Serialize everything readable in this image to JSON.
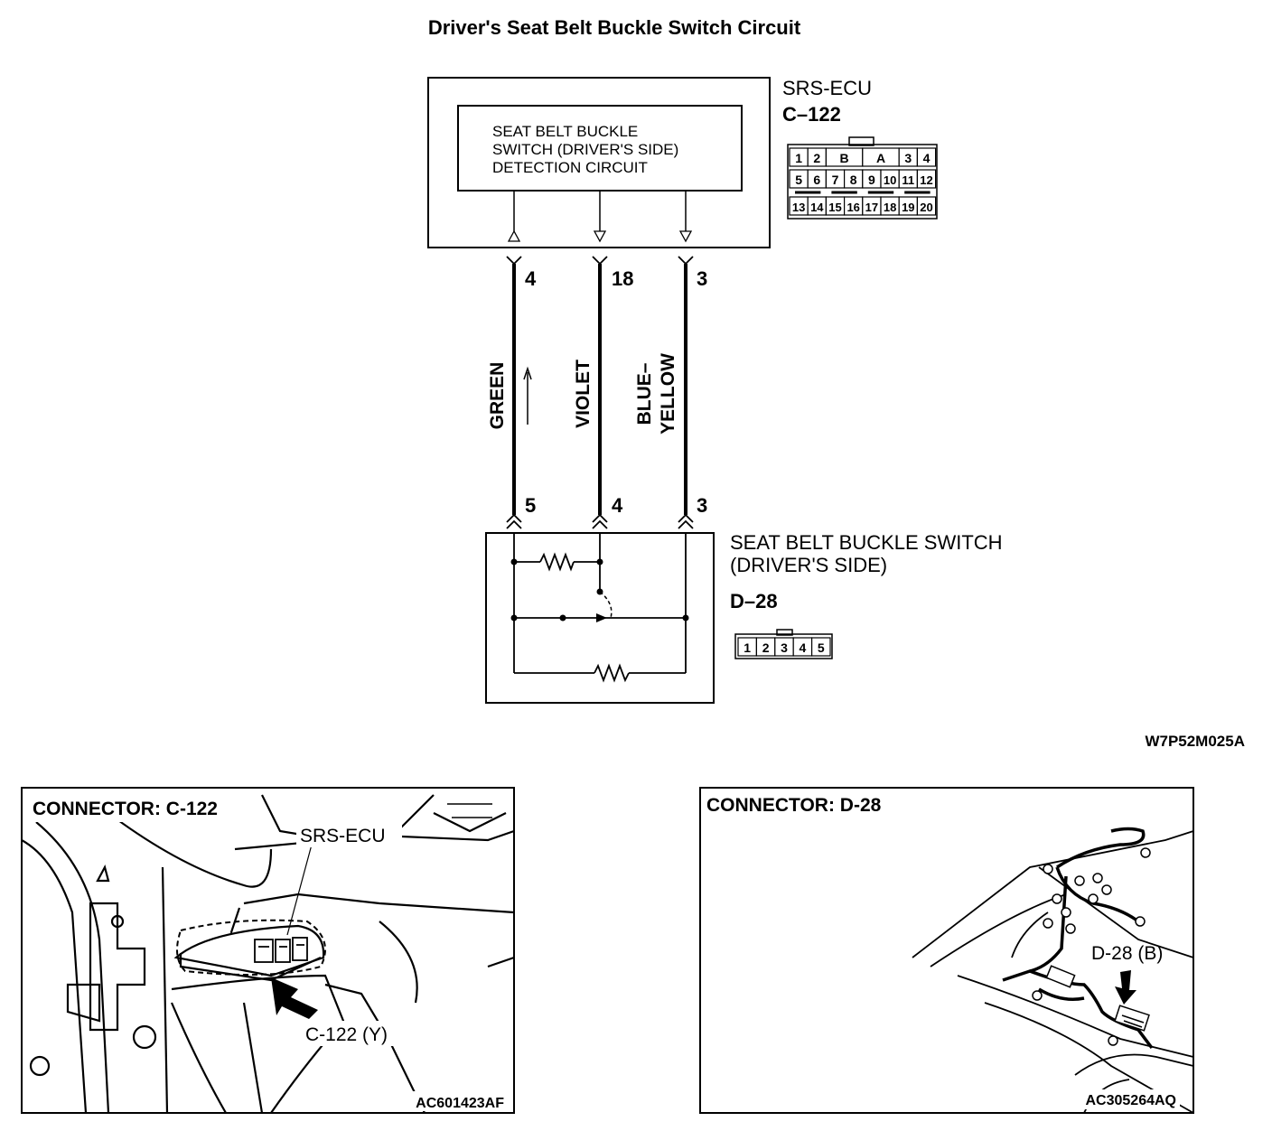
{
  "title": "Driver's Seat Belt Buckle Switch Circuit",
  "ecu": {
    "name": "SRS-ECU",
    "connector": "C–122",
    "detection_circuit": [
      "SEAT BELT BUCKLE",
      "SWITCH (DRIVER'S SIDE)",
      "DETECTION CIRCUIT"
    ],
    "pin_grid": {
      "row1": [
        "1",
        "2",
        "B",
        "A",
        "3",
        "4"
      ],
      "row2": [
        "5",
        "6",
        "7",
        "8",
        "9",
        "10",
        "11",
        "12"
      ],
      "row3": [
        "13",
        "14",
        "15",
        "16",
        "17",
        "18",
        "19",
        "20"
      ]
    }
  },
  "wires": [
    {
      "color": "GREEN",
      "ecu_pin": "4",
      "switch_pin": "5"
    },
    {
      "color": "VIOLET",
      "ecu_pin": "18",
      "switch_pin": "4"
    },
    {
      "color_line1": "BLUE–",
      "color_line2": "YELLOW",
      "ecu_pin": "3",
      "switch_pin": "3"
    }
  ],
  "switch": {
    "name_line1": "SEAT BELT BUCKLE SWITCH",
    "name_line2": "(DRIVER'S SIDE)",
    "connector": "D–28",
    "pins": [
      "1",
      "2",
      "3",
      "4",
      "5"
    ]
  },
  "diagram_code": "W7P52M025A",
  "panel_left": {
    "title": "CONNECTOR: C-122",
    "label_ecu": "SRS-ECU",
    "label_connector": "C-122 (Y)",
    "code": "AC601423AF"
  },
  "panel_right": {
    "title": "CONNECTOR: D-28",
    "label_connector": "D-28 (B)",
    "code": "AC305264AQ"
  }
}
